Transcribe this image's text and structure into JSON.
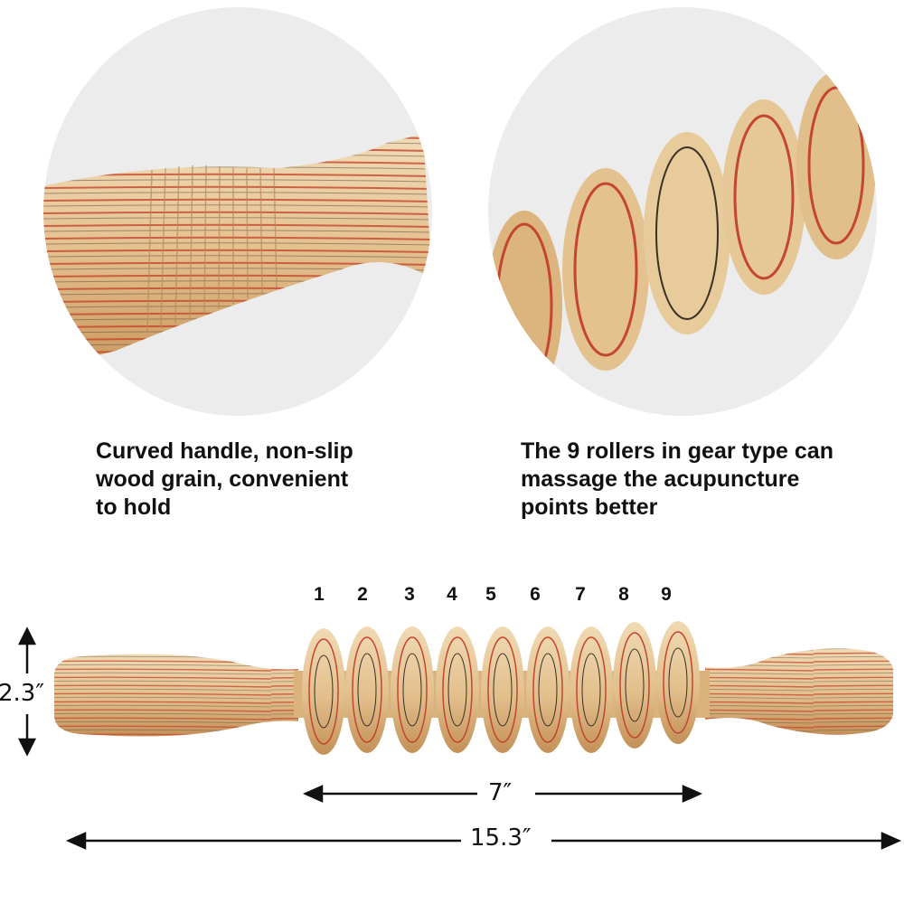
{
  "captions": {
    "left": [
      "Curved handle, non-slip",
      "wood grain, convenient",
      "to hold"
    ],
    "right": [
      "The 9 rollers in gear type can",
      "massage the acupuncture",
      "points better"
    ]
  },
  "roller_numbers": [
    "1",
    "2",
    "3",
    "4",
    "5",
    "6",
    "7",
    "8",
    "9"
  ],
  "dimensions": {
    "height": "2.3″",
    "roller_length": "7″",
    "total_length": "15.3″"
  },
  "colors": {
    "wood_light": "#e9cfa6",
    "wood_mid": "#d8b07a",
    "stripe_red": "#c4462e",
    "stripe_dark": "#3a3026"
  }
}
